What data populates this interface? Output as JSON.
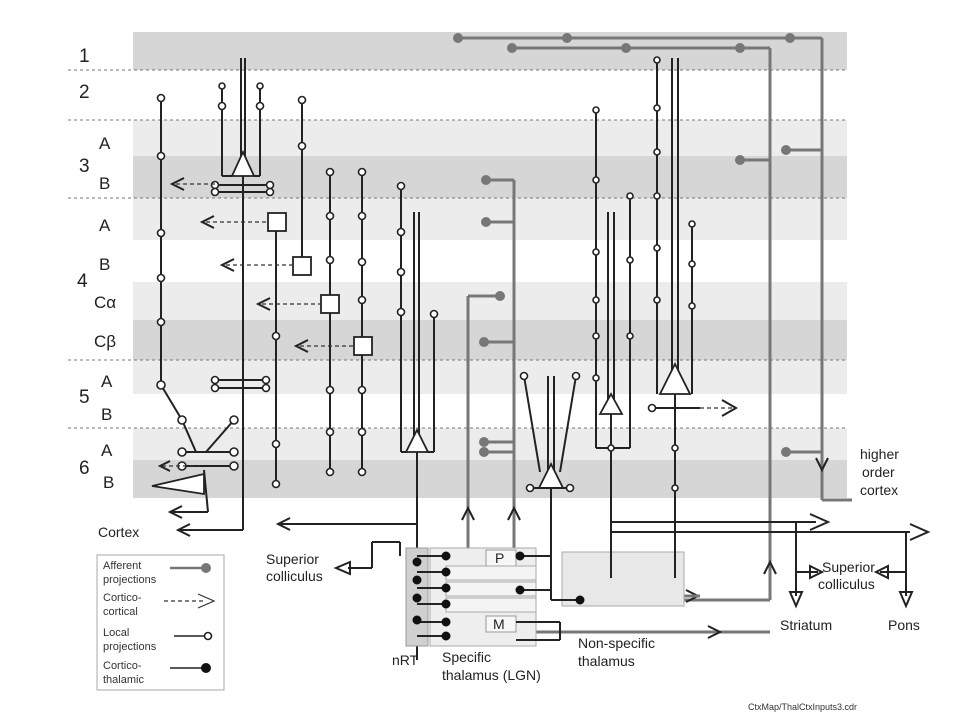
{
  "layers": {
    "l1": "1",
    "l2": "2",
    "l3": "3",
    "l4": "4",
    "l5": "5",
    "l6": "6"
  },
  "sublayers": {
    "3a": "A",
    "3b": "B",
    "4a": "A",
    "4b": "B",
    "4ca": "Cα",
    "4cb": "Cβ",
    "5a": "A",
    "5b": "B",
    "6a": "A",
    "6b": "B"
  },
  "targets": {
    "cortex": "Cortex",
    "superior_colliculus_left_1": "Superior",
    "superior_colliculus_left_2": "colliculus",
    "superior_colliculus_right_1": "Superior",
    "superior_colliculus_right_2": "colliculus",
    "striatum": "Striatum",
    "pons": "Pons",
    "higher_order_1": "higher",
    "higher_order_2": "order",
    "higher_order_3": "cortex"
  },
  "thalamus": {
    "nrt": "nRT",
    "specific_1": "Specific",
    "specific_2": "thalamus (LGN)",
    "nonspecific_1": "Non-specific",
    "nonspecific_2": "thalamus",
    "p_label": "P",
    "m_label": "M"
  },
  "legend": {
    "afferent_1": "Afferent",
    "afferent_2": "projections",
    "corticocortical_1": "Cortico-",
    "corticocortical_2": "cortical",
    "local_1": "Local",
    "local_2": "projections",
    "corticothalamic_1": "Cortico-",
    "corticothalamic_2": "thalamic"
  },
  "file_label": "CtxMap/ThalCtxInputs3.cdr",
  "colors": {
    "band_dark": "#d6d6d6",
    "band_light": "#ececec",
    "afferent": "#777777",
    "ink": "#222222",
    "thalamus_box": "#e8e8e8"
  }
}
